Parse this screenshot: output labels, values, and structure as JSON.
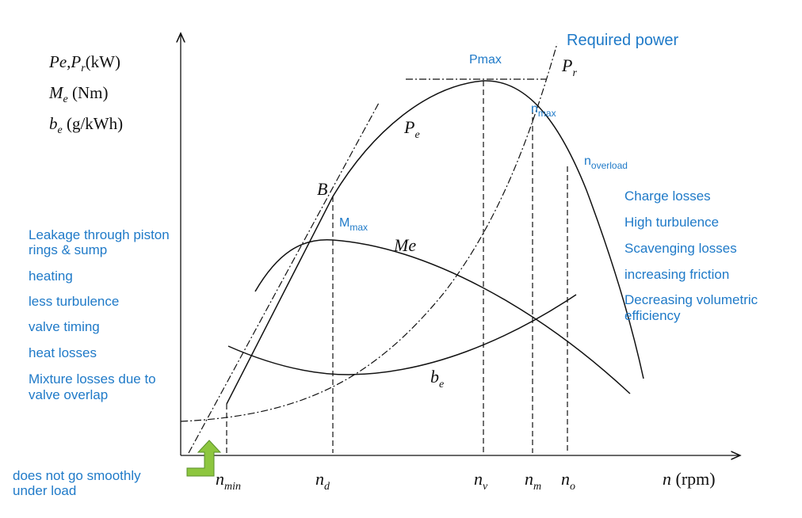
{
  "y_axis_units": {
    "power": {
      "main": "Pe,P",
      "sub": "r",
      "unit": "(kW)"
    },
    "torque": {
      "main": "M",
      "sub": "e",
      "unit": " (Nm)"
    },
    "consumption": {
      "main": "b",
      "sub": "e",
      "unit": " (g/kWh)"
    }
  },
  "x_axis_label": {
    "main": "n",
    "unit": " (rpm)"
  },
  "x_ticks": [
    {
      "main": "n",
      "sub": "min"
    },
    {
      "main": "n",
      "sub": "d"
    },
    {
      "main": "n",
      "sub": "v"
    },
    {
      "main": "n",
      "sub": "m"
    },
    {
      "main": "n",
      "sub": "o"
    }
  ],
  "curve_labels": {
    "pe": {
      "main": "P",
      "sub": "e"
    },
    "pr": {
      "main": "P",
      "sub": "r"
    },
    "me": "Me",
    "be": {
      "main": "b",
      "sub": "e"
    },
    "b_point": "B"
  },
  "annotations": {
    "required_power": "Required power",
    "pmax": "Pmax",
    "nmax": {
      "main": "n",
      "sub": "max"
    },
    "noverload": {
      "main": "n",
      "sub": "overload"
    },
    "mmax": {
      "main": "M",
      "sub": "max"
    }
  },
  "left_notes": [
    "Leakage  through piston",
    "rings & sump",
    "heating",
    "less turbulence",
    "valve timing",
    "heat losses",
    "Mixture losses due to",
    "valve overlap"
  ],
  "right_notes": [
    "Charge losses",
    "High turbulence",
    "Scavenging losses",
    "increasing friction",
    "Decreasing volumetric",
    "efficiency"
  ],
  "bottom_note": [
    "does not go smoothly",
    "under load"
  ],
  "colors": {
    "annotation": "#1f7ac8",
    "arrow_fill": "#8dc63f",
    "arrow_stroke": "#5a8f2a",
    "lines": "#111111"
  }
}
